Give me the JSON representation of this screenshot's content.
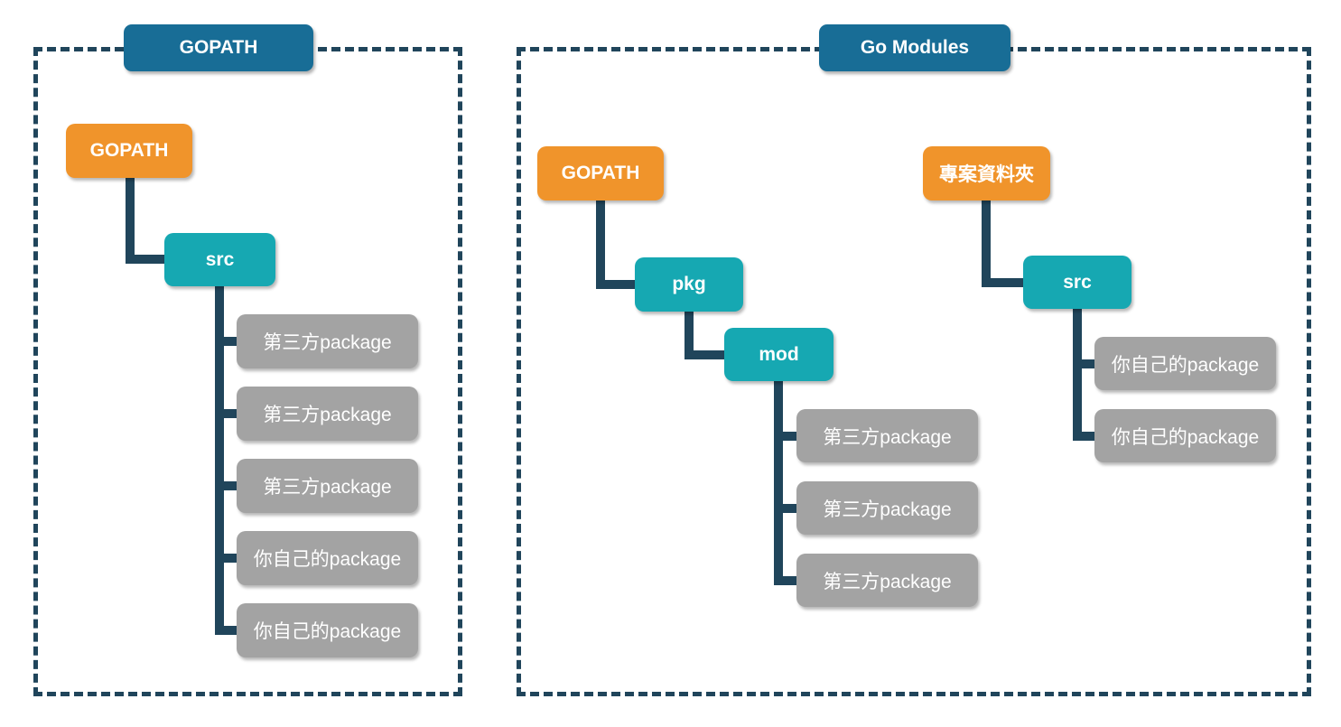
{
  "panels": {
    "gopath": {
      "title": "GOPATH",
      "root": "GOPATH",
      "src": "src",
      "leaves": [
        "第三方package",
        "第三方package",
        "第三方package",
        "你自己的package",
        "你自己的package"
      ]
    },
    "gomodules": {
      "title": "Go Modules",
      "gopath": "GOPATH",
      "pkg": "pkg",
      "mod": "mod",
      "third_party": [
        "第三方package",
        "第三方package",
        "第三方package"
      ],
      "project": "專案資料夾",
      "src": "src",
      "own": [
        "你自己的package",
        "你自己的package"
      ]
    }
  },
  "colors": {
    "title_bg": "#186D96",
    "root_bg": "#F0942B",
    "branch_bg": "#16A8B2",
    "leaf_bg": "#A3A3A3",
    "line": "#20455B",
    "text": "#FFFFFF"
  }
}
